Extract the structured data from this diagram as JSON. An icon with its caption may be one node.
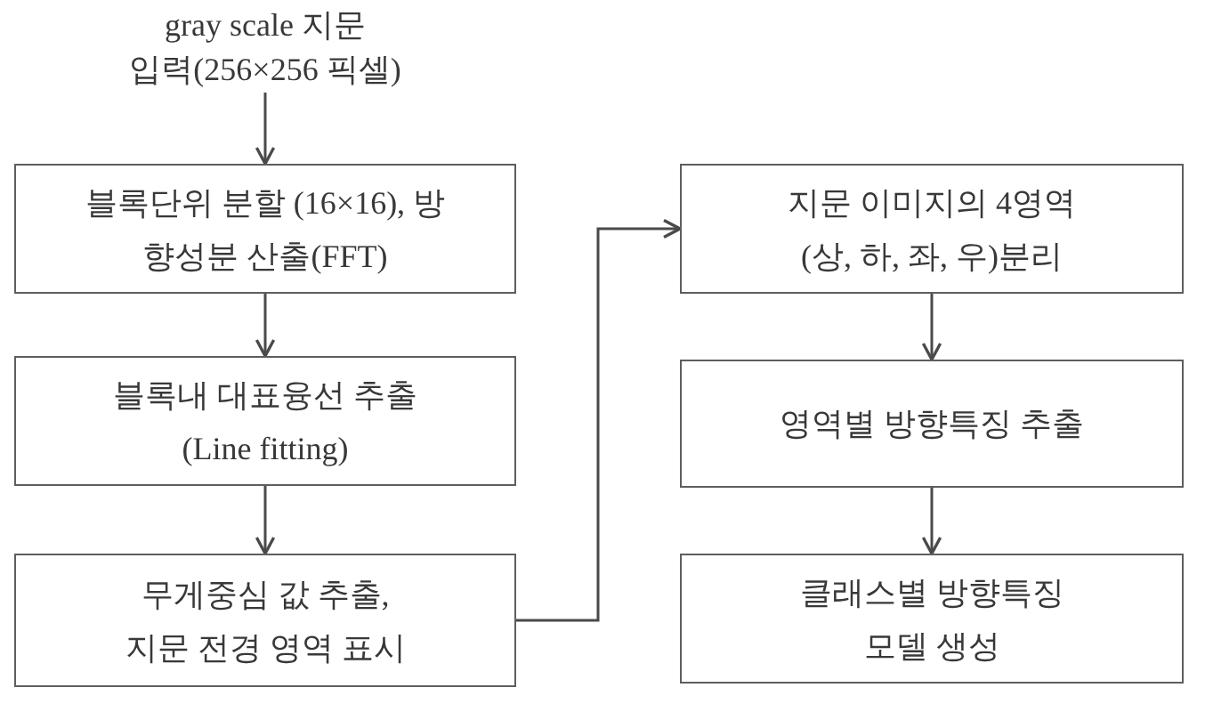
{
  "diagram": {
    "nodes": [
      {
        "text": [
          "gray scale 지문 입력(256×256 픽셀)"
        ]
      },
      {
        "text": [
          "블록단위 분할 (16×16), 방향성분 산출(FFT)"
        ]
      },
      {
        "text": [
          "블록내 대표융선 추출 (Line fitting)"
        ]
      },
      {
        "text": [
          "무게중심 값 추출, 지문 전경 영역 표시"
        ]
      },
      {
        "text": [
          "지문 이미지의 4영역 (상, 하, 좌, 우)분리"
        ]
      },
      {
        "text": [
          "영역별 방향특징 추출"
        ]
      },
      {
        "text": [
          "클래스별 방향특징 모델 생성"
        ]
      }
    ],
    "edges": [
      {
        "from": 0,
        "to": 1,
        "arrow": "to"
      },
      {
        "from": 1,
        "to": 2,
        "arrow": "to"
      },
      {
        "from": 2,
        "to": 3,
        "arrow": "to"
      },
      {
        "from": 3,
        "to": 4,
        "arrow": "to"
      },
      {
        "from": 4,
        "to": 5,
        "arrow": "to"
      },
      {
        "from": 5,
        "to": 6,
        "arrow": "to"
      }
    ]
  }
}
